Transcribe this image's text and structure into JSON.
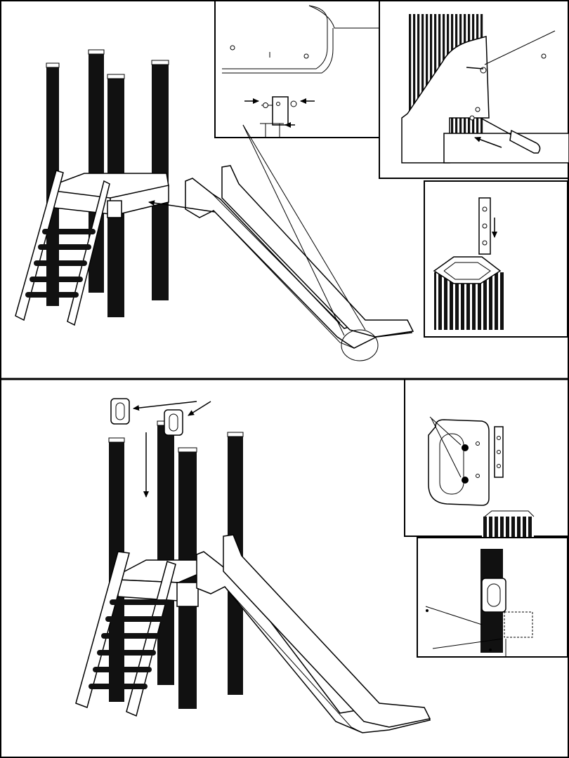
{
  "document": {
    "type": "assembly-instructions",
    "subject": "climbing-frame-slide-attachment",
    "colors": {
      "ink": "#000000",
      "paper": "#ffffff",
      "post": "#111111"
    }
  },
  "steps": [
    {
      "id": "step-top",
      "panels": [
        "tower-with-slide",
        "bolt-detail",
        "screwdriver-detail",
        "post-insert-detail"
      ]
    },
    {
      "id": "step-bottom",
      "panels": [
        "tower-with-handles",
        "handle-plate-detail",
        "handle-mounted-detail"
      ]
    }
  ]
}
